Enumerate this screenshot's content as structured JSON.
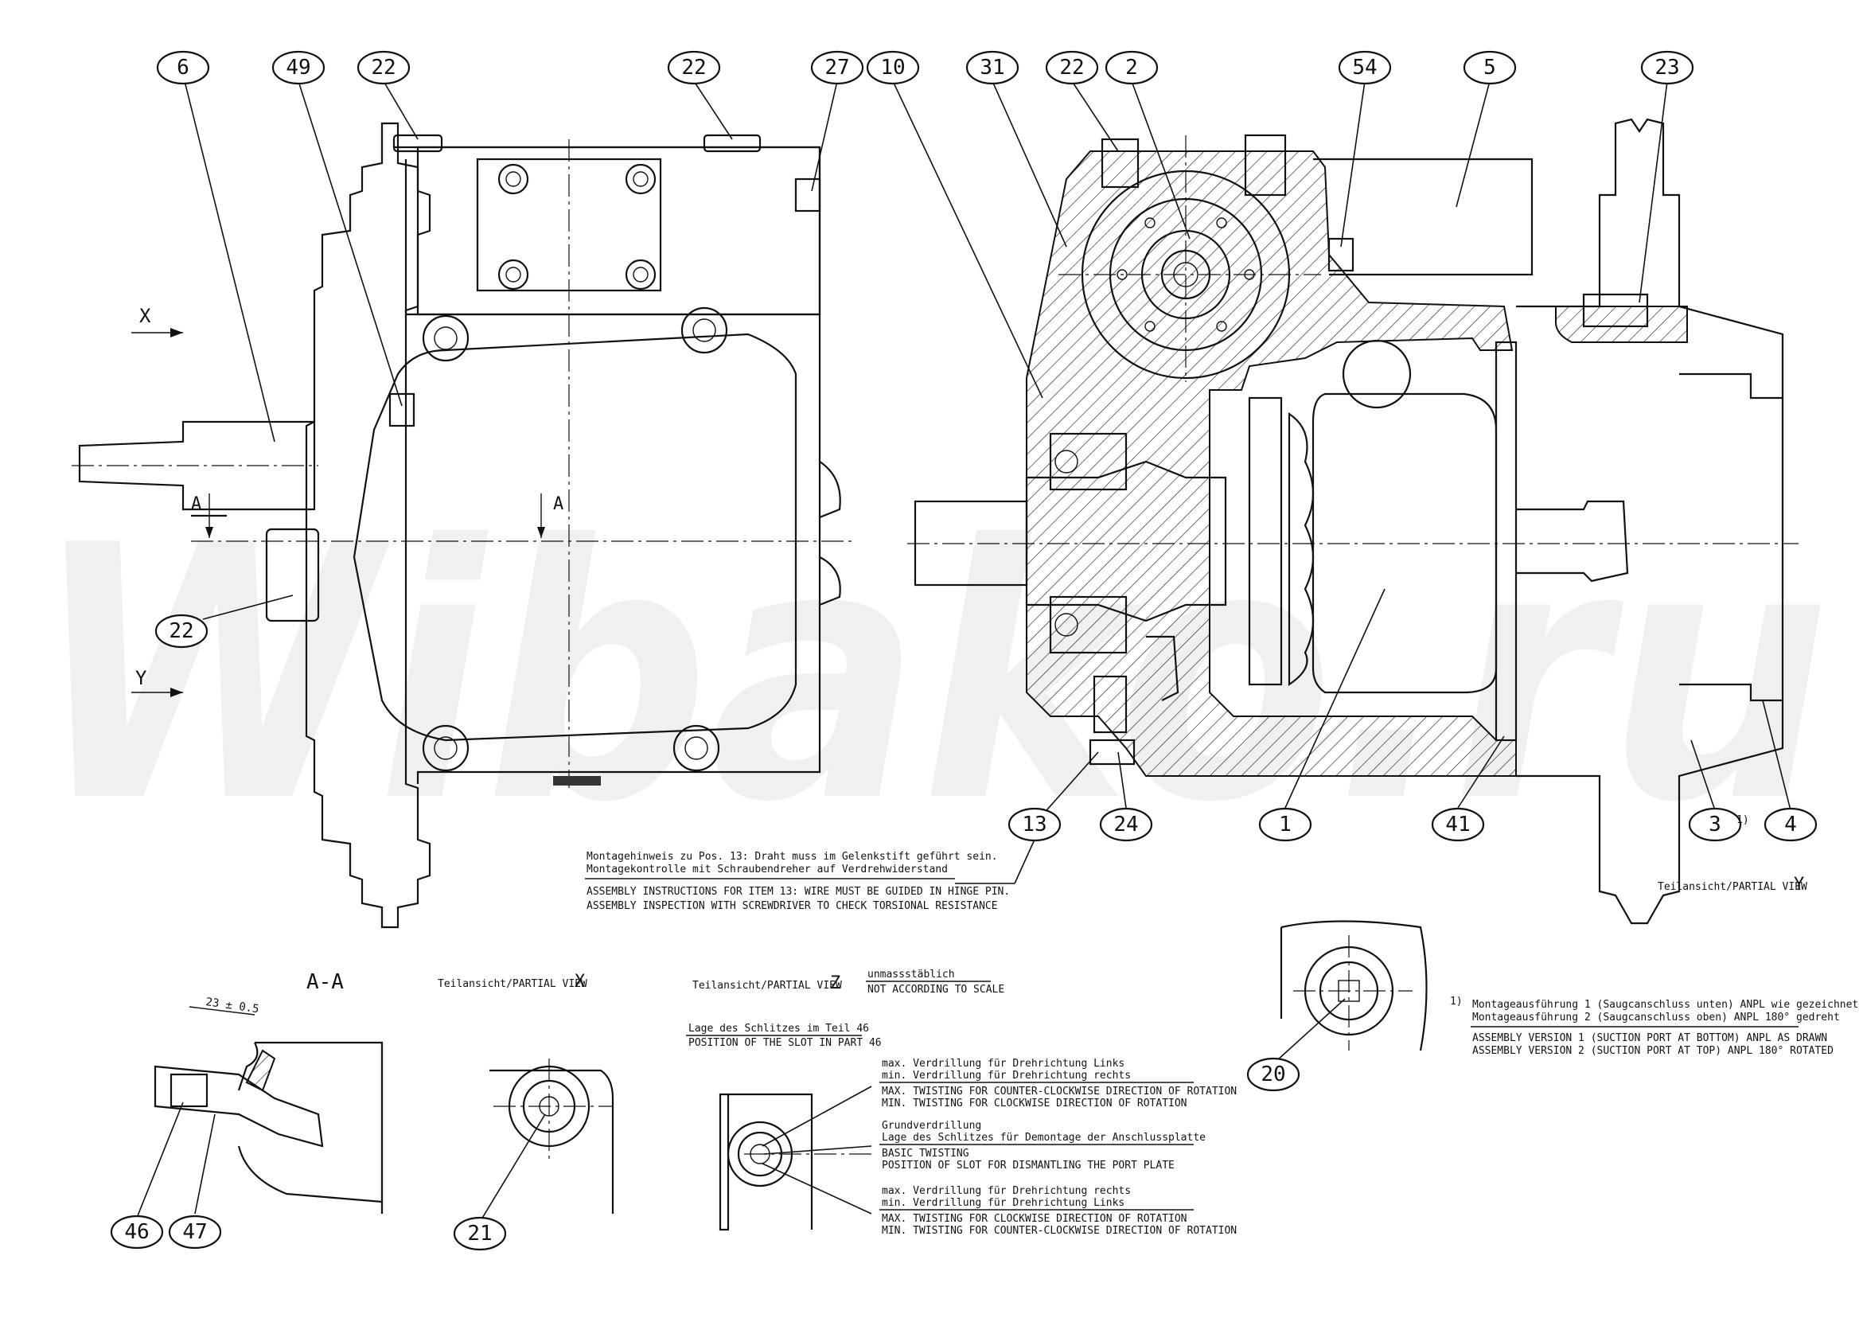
{
  "watermark": "Wibako.ru",
  "balloons": [
    {
      "id": "b6",
      "label": "6"
    },
    {
      "id": "b49",
      "label": "49"
    },
    {
      "id": "b22a",
      "label": "22"
    },
    {
      "id": "b22b",
      "label": "22"
    },
    {
      "id": "b27",
      "label": "27"
    },
    {
      "id": "b10",
      "label": "10"
    },
    {
      "id": "b31",
      "label": "31"
    },
    {
      "id": "b22c",
      "label": "22"
    },
    {
      "id": "b2",
      "label": "2"
    },
    {
      "id": "b54",
      "label": "54"
    },
    {
      "id": "b5",
      "label": "5"
    },
    {
      "id": "b23",
      "label": "23"
    },
    {
      "id": "b22d",
      "label": "22"
    },
    {
      "id": "b13",
      "label": "13"
    },
    {
      "id": "b24",
      "label": "24"
    },
    {
      "id": "b1",
      "label": "1"
    },
    {
      "id": "b41",
      "label": "41"
    },
    {
      "id": "b3",
      "label": "3"
    },
    {
      "id": "b4",
      "label": "4"
    },
    {
      "id": "b20",
      "label": "20"
    },
    {
      "id": "b46",
      "label": "46"
    },
    {
      "id": "b47",
      "label": "47"
    },
    {
      "id": "b21",
      "label": "21"
    }
  ],
  "footnote_marker": "1)",
  "view_arrows": {
    "x": "X",
    "y": "Y",
    "a": "A"
  },
  "section_title": "A-A",
  "dimension": "23 ± 0.5",
  "partial_view_x": {
    "prefix": "Teilansicht/PARTIAL VIEW",
    "letter": "X"
  },
  "partial_view_y": {
    "prefix": "Teilansicht/PARTIAL VIEW",
    "letter": "Y"
  },
  "partial_view_z": {
    "prefix": "Teilansicht/PARTIAL VIEW",
    "letter": "Z",
    "scale_de": "unmassstäblich",
    "scale_en": "NOT ACCORDING TO SCALE"
  },
  "assembly_note": [
    "Montagehinweis zu Pos. 13: Draht muss im Gelenkstift geführt sein.",
    "Montagekontrolle mit Schraubendreher auf Verdrehwiderstand",
    "ASSEMBLY INSTRUCTIONS FOR ITEM 13: WIRE MUST BE GUIDED IN HINGE PIN.",
    "ASSEMBLY INSPECTION WITH SCREWDRIVER TO CHECK TORSIONAL RESISTANCE"
  ],
  "footnote": {
    "marker": "1)",
    "lines": [
      "Montageausführung 1 (Saugcanschluss unten) ANPL wie gezeichnet",
      "Montageausführung 2 (Saugcanschluss oben) ANPL 180° gedreht",
      "ASSEMBLY VERSION 1 (SUCTION PORT AT BOTTOM) ANPL AS DRAWN",
      "ASSEMBLY VERSION 2 (SUCTION PORT AT TOP) ANPL 180° ROTATED"
    ]
  },
  "slot_title": [
    "Lage des Schlitzes im Teil 46",
    "POSITION OF THE SLOT IN PART 46"
  ],
  "twist_top": [
    "max. Verdrillung für Drehrichtung Links",
    "min. Verdrillung für Drehrichtung rechts",
    "MAX. TWISTING FOR COUNTER-CLOCKWISE DIRECTION OF ROTATION",
    "MIN. TWISTING FOR CLOCKWISE DIRECTION OF ROTATION"
  ],
  "twist_mid": [
    "Grundverdrillung",
    "Lage des Schlitzes für Demontage der Anschlussplatte",
    "BASIC TWISTING",
    "POSITION OF SLOT FOR DISMANTLING THE PORT PLATE"
  ],
  "twist_bot": [
    "max. Verdrillung für Drehrichtung rechts",
    "min. Verdrillung für Drehrichtung Links",
    "MAX. TWISTING FOR CLOCKWISE DIRECTION OF ROTATION",
    "MIN. TWISTING FOR COUNTER-CLOCKWISE DIRECTION OF ROTATION"
  ]
}
